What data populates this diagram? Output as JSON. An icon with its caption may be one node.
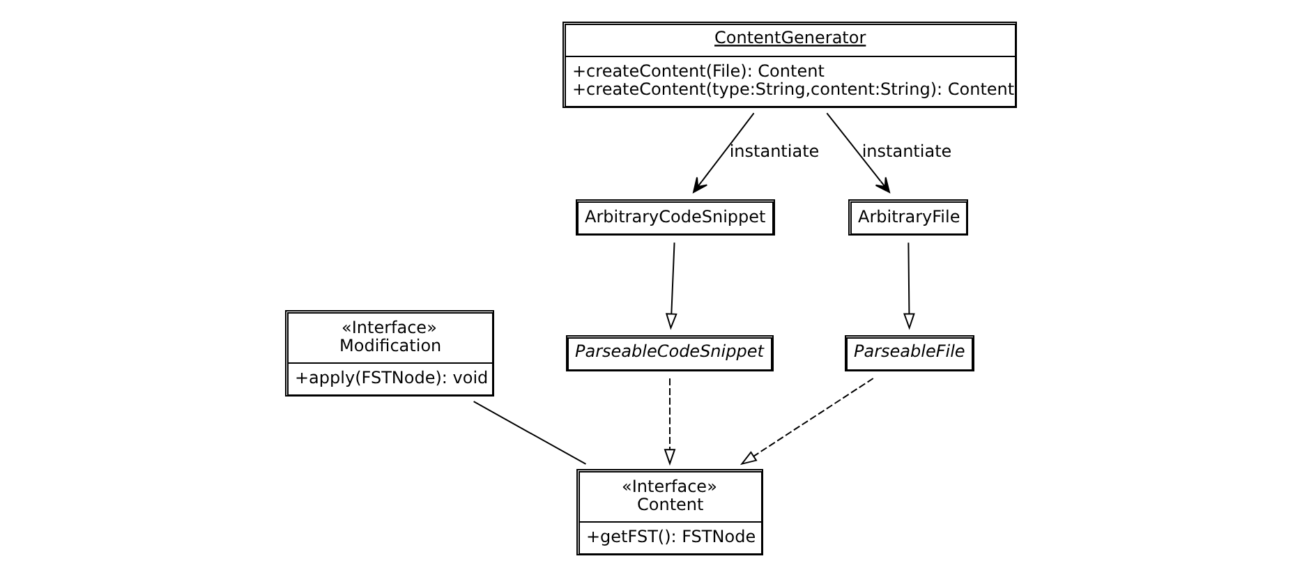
{
  "diagram": {
    "nodes": [
      {
        "text": [
          "«Interface»",
          "Modification",
          "+apply(FSTNode): void"
        ]
      },
      {
        "text": [
          "«Interface»",
          "Content",
          "+getFST(): FSTNode"
        ]
      },
      {
        "text": [
          "ContentGenerator",
          "+createContent(File): Content",
          "+createContent(type:String,content:String): Content"
        ]
      },
      {
        "text": [
          "ParseableCodeSnippet"
        ]
      },
      {
        "text": [
          "ArbitraryCodeSnippet"
        ]
      },
      {
        "text": [
          "ParseableFile"
        ]
      },
      {
        "text": [
          "ArbitraryFile"
        ]
      }
    ],
    "edges": [
      {
        "from": 0,
        "to": 1,
        "arrow": "none"
      },
      {
        "from": 3,
        "to": 1,
        "arrow": "to",
        "style": "dashed"
      },
      {
        "from": 5,
        "to": 1,
        "arrow": "to",
        "style": "dashed"
      },
      {
        "from": 4,
        "to": 3,
        "arrow": "to"
      },
      {
        "from": 6,
        "to": 5,
        "arrow": "to"
      },
      {
        "from": 2,
        "to": 4,
        "arrow": "to",
        "label": "instantiate"
      },
      {
        "from": 2,
        "to": 6,
        "arrow": "to",
        "label": "instantiate"
      }
    ]
  }
}
